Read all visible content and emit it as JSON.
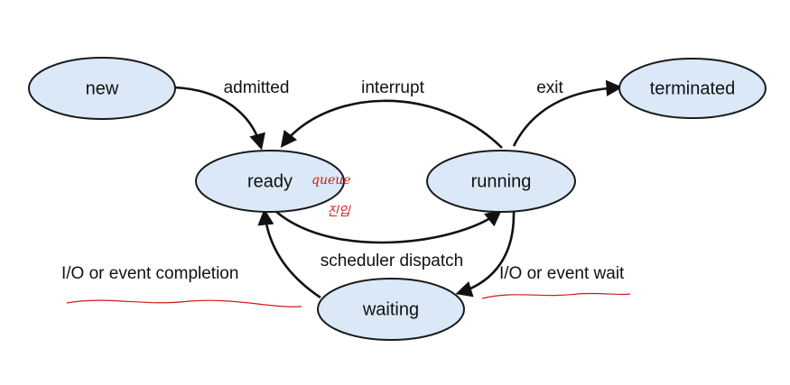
{
  "states": {
    "new": "new",
    "ready": "ready",
    "running": "running",
    "waiting": "waiting",
    "terminated": "terminated"
  },
  "transitions": {
    "admitted": "admitted",
    "interrupt": "interrupt",
    "exit": "exit",
    "scheduler_dispatch": "scheduler dispatch",
    "io_event_completion": "I/O or event completion",
    "io_event_wait": "I/O or event wait"
  },
  "annotations": {
    "queue_note_line1": "queue",
    "queue_note_line2": "진입"
  },
  "colors": {
    "state_fill": "#dbe8f7",
    "annotation_red": "#d11a1a"
  }
}
